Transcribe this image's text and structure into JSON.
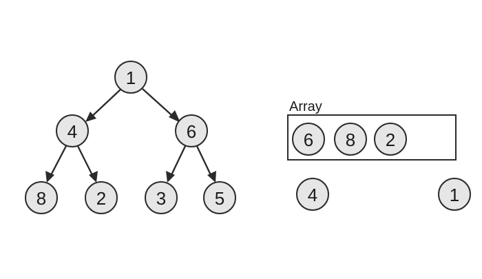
{
  "colors": {
    "node_fill": "#e6e6e6",
    "stroke": "#2b2b2b",
    "text": "#1a1a1a",
    "background": "#ffffff"
  },
  "tree": {
    "nodes": [
      "1",
      "4",
      "6",
      "8",
      "2",
      "3",
      "5"
    ],
    "edges": [
      [
        "1",
        "4"
      ],
      [
        "1",
        "6"
      ],
      [
        "4",
        "8"
      ],
      [
        "4",
        "2"
      ],
      [
        "6",
        "3"
      ],
      [
        "6",
        "5"
      ]
    ]
  },
  "array": {
    "label": "Array",
    "items": [
      "6",
      "8",
      "2"
    ]
  },
  "loose_nodes": [
    "4",
    "1"
  ]
}
